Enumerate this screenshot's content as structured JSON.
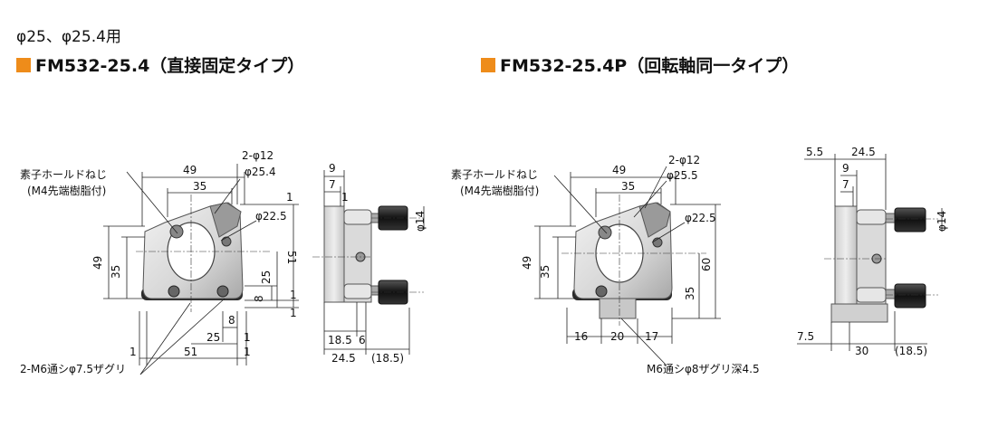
{
  "header": {
    "size_note": "φ25、φ25.4用"
  },
  "accent_color": "#ee8c1a",
  "left_model": {
    "title": "FM532-25.4（直接固定タイプ）",
    "callout_screw": "素子ホールドねじ",
    "callout_screw_sub": "(M4先端樹脂付)",
    "callout_holes": "2-M6通シφ7.5ザグリ",
    "d_2phi12": "2-φ12",
    "d_phi254": "φ25.4",
    "d_phi225": "φ22.5",
    "d_49w": "49",
    "d_35w": "35",
    "d_49h": "49",
    "d_35h": "35",
    "d_51h": "51",
    "d_25h": "25",
    "d_8h": "8",
    "d_1a": "1",
    "d_1b": "1",
    "d_1c": "1",
    "d_8w": "8",
    "d_25w": "25",
    "d_1w1": "1",
    "d_1w2": "1",
    "d_51w": "51",
    "d_1w3": "1",
    "s_9": "9",
    "s_7": "7",
    "s_1": "1",
    "s_phi14": "φ14",
    "s_185": "18.5",
    "s_6": "6",
    "s_245": "24.5",
    "s_185p": "(18.5)"
  },
  "right_model": {
    "title": "FM532-25.4P（回転軸同一タイプ）",
    "callout_screw": "素子ホールドねじ",
    "callout_screw_sub": "(M4先端樹脂付)",
    "callout_hole": "M6通シφ8ザグリ深4.5",
    "d_2phi12": "2-φ12",
    "d_phi255": "φ25.5",
    "d_phi225": "φ22.5",
    "d_49w": "49",
    "d_35w": "35",
    "d_49h": "49",
    "d_35h": "35",
    "d_60h": "60",
    "d_35hr": "35",
    "d_16": "16",
    "d_20": "20",
    "d_17": "17",
    "s_55": "5.5",
    "s_245": "24.5",
    "s_9": "9",
    "s_7": "7",
    "s_phi14": "φ14",
    "s_75": "7.5",
    "s_30": "30",
    "s_185p": "(18.5)"
  }
}
